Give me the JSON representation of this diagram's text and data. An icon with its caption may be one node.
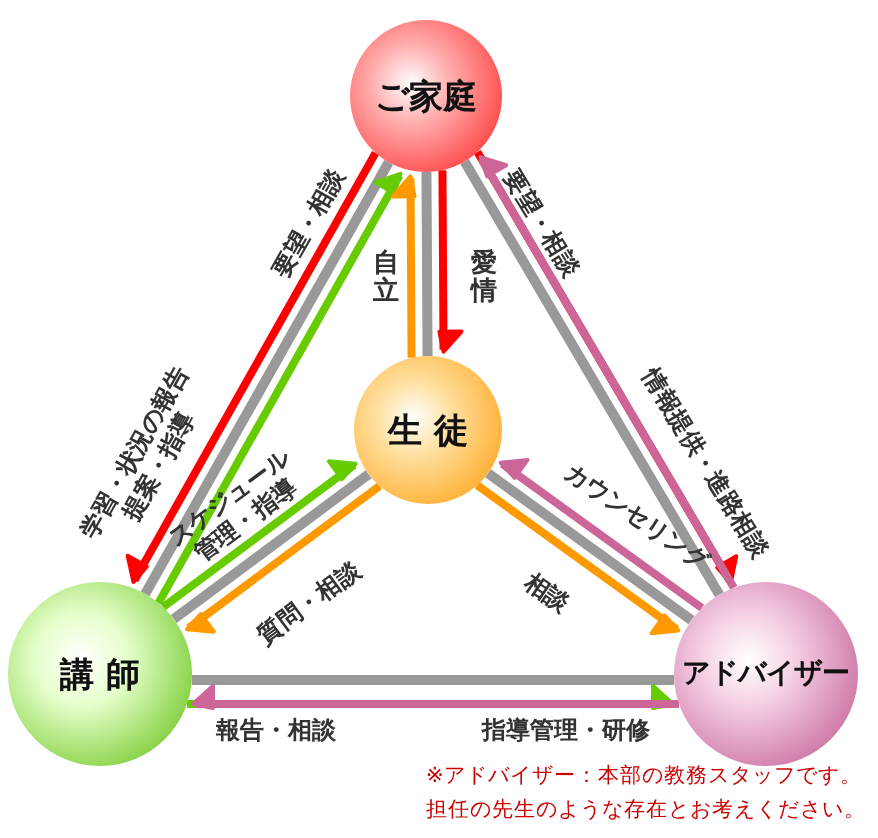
{
  "diagram": {
    "nodes": [
      {
        "text": [
          "ご家庭"
        ]
      },
      {
        "text": [
          "生 徒"
        ]
      },
      {
        "text": [
          "講 師"
        ]
      },
      {
        "text": [
          "アドバイザー"
        ]
      }
    ],
    "edges": [
      {
        "from": 0,
        "to": 2,
        "arrow": "none"
      },
      {
        "from": 0,
        "to": 3,
        "arrow": "none"
      },
      {
        "from": 0,
        "to": 1,
        "arrow": "none"
      },
      {
        "from": 1,
        "to": 2,
        "arrow": "none"
      },
      {
        "from": 1,
        "to": 3,
        "arrow": "none"
      },
      {
        "from": 2,
        "to": 3,
        "arrow": "none"
      },
      {
        "from": 0,
        "to": 2,
        "arrow": "to",
        "label": "要望・相談",
        "color": "#ff0000"
      },
      {
        "from": 2,
        "to": 0,
        "arrow": "to",
        "label": "学習・状況の報告提案・指導",
        "color": "#66cc00"
      },
      {
        "from": 0,
        "to": 3,
        "arrow": "to",
        "label": "要望・相談",
        "color": "#ff0000"
      },
      {
        "from": 3,
        "to": 0,
        "arrow": "to",
        "label": "情報提供・進路相談",
        "color": "#cc6699"
      },
      {
        "from": 1,
        "to": 0,
        "arrow": "to",
        "label": "自立",
        "color": "#ff9900"
      },
      {
        "from": 0,
        "to": 1,
        "arrow": "to",
        "label": "愛情",
        "color": "#ff0000"
      },
      {
        "from": 2,
        "to": 1,
        "arrow": "to",
        "label": "スケジュール管理・指導",
        "color": "#66cc00"
      },
      {
        "from": 1,
        "to": 2,
        "arrow": "to",
        "label": "質問・相談",
        "color": "#ff9900"
      },
      {
        "from": 3,
        "to": 1,
        "arrow": "to",
        "label": "カウンセリング",
        "color": "#cc6699"
      },
      {
        "from": 1,
        "to": 3,
        "arrow": "to",
        "label": "相談",
        "color": "#ff9900"
      },
      {
        "from": 2,
        "to": 3,
        "arrow": "to",
        "label": "報告・相談",
        "color": "#66cc00"
      },
      {
        "from": 3,
        "to": 2,
        "arrow": "to",
        "label": "指導管理・研修",
        "color": "#cc6699"
      }
    ],
    "labels": [
      "※アドバイザー：本部の教務スタッフです。",
      "担任の先生のような存在とお考えください。"
    ]
  }
}
